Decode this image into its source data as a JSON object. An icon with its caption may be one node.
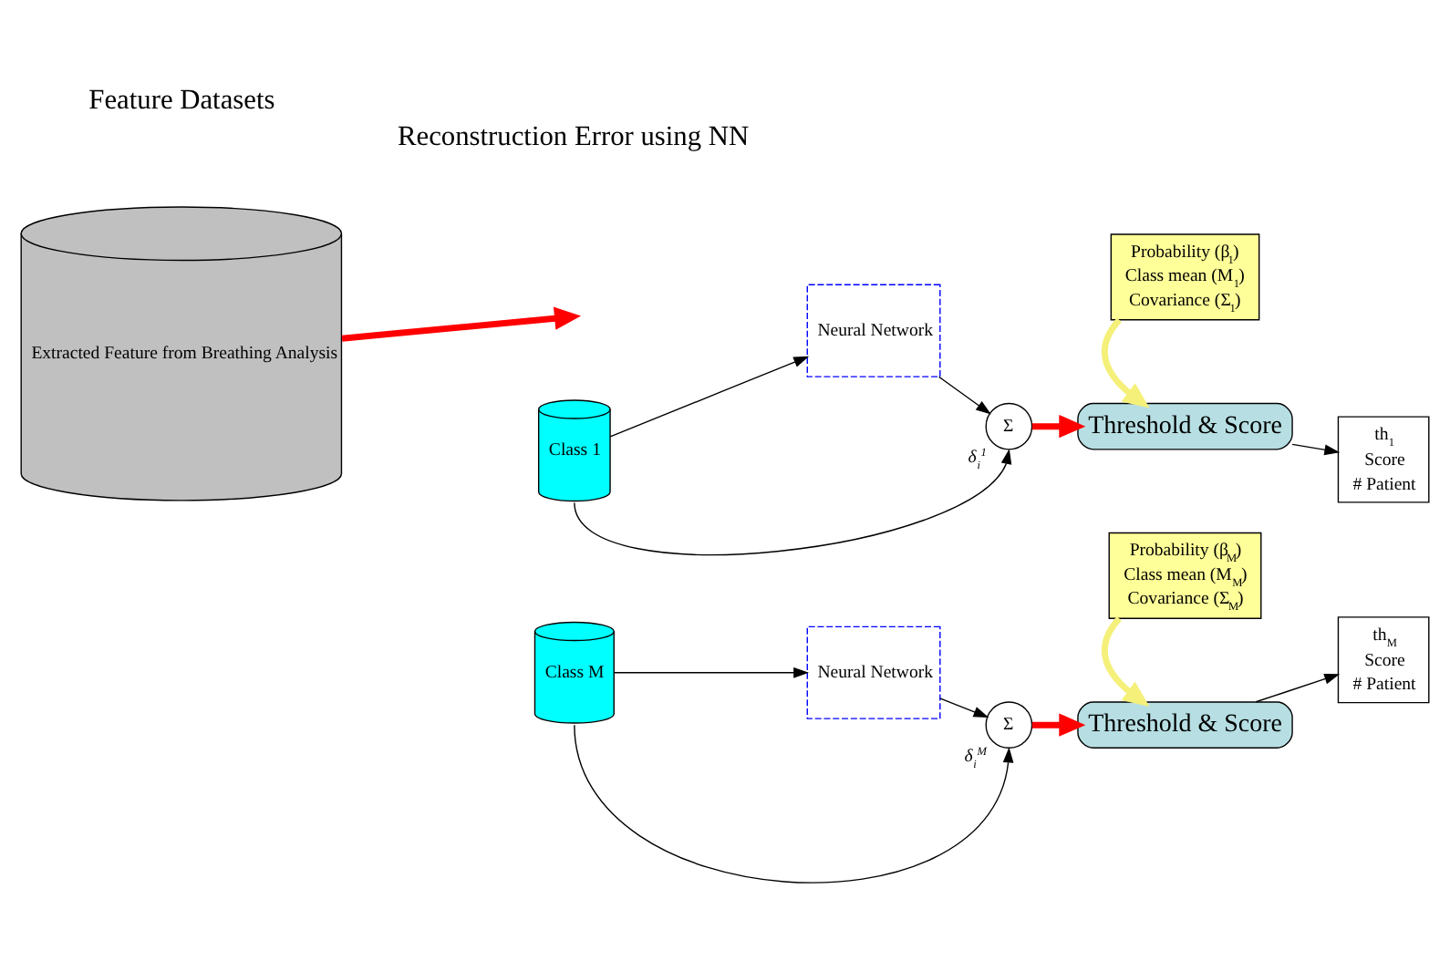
{
  "diagram": {
    "nodes": [
      {
        "text": [
          "Extracted Feature from Breathing Analysis"
        ]
      },
      {
        "text": [
          "Class 1"
        ]
      },
      {
        "text": [
          "Neural Network"
        ]
      },
      {
        "text": [
          "Σ"
        ],
        "beside": [
          "δ$_{i}$$^{1}$"
        ]
      },
      {
        "text": [
          "Probability (β$_{1}$)",
          "Class mean (M$_{1}$)",
          "Covariance (Σ$_{1}$)"
        ]
      },
      {
        "text": [
          "Threshold & Score"
        ]
      },
      {
        "text": [
          "th$_{1}$",
          "Score",
          "# Patient"
        ]
      },
      {
        "text": [
          "Class M"
        ]
      },
      {
        "text": [
          "Neural Network"
        ]
      },
      {
        "text": [
          "Σ"
        ],
        "beside": [
          "δ$_{i}$$^{M}$"
        ]
      },
      {
        "text": [
          "Probability (β$_{M}$)",
          "Class mean (M$_{M}$)",
          "Covariance (Σ$_{M}$)"
        ]
      },
      {
        "text": [
          "Threshold & Score"
        ]
      },
      {
        "text": [
          "th$_{M}$",
          "Score",
          "# Patient"
        ]
      }
    ],
    "edges": [
      {
        "from": 0,
        "to": null,
        "arrow": "to",
        "style": "thick",
        "color": "#ff0000"
      },
      {
        "from": 1,
        "to": 2,
        "arrow": "to"
      },
      {
        "from": 2,
        "to": 3,
        "arrow": "to"
      },
      {
        "from": 1,
        "to": 3,
        "arrow": "to"
      },
      {
        "from": 3,
        "to": 5,
        "arrow": "to",
        "style": "thick",
        "color": "#ff0000"
      },
      {
        "from": 4,
        "to": 5,
        "arrow": "to",
        "style": "thick",
        "color": "#f5f07a"
      },
      {
        "from": 5,
        "to": 6,
        "arrow": "to"
      },
      {
        "from": 7,
        "to": 8,
        "arrow": "to"
      },
      {
        "from": 8,
        "to": 9,
        "arrow": "to"
      },
      {
        "from": 7,
        "to": 9,
        "arrow": "to"
      },
      {
        "from": 9,
        "to": 11,
        "arrow": "to",
        "style": "thick",
        "color": "#ff0000"
      },
      {
        "from": 10,
        "to": 11,
        "arrow": "to",
        "style": "thick",
        "color": "#f5f07a"
      },
      {
        "from": 11,
        "to": 12,
        "arrow": "to"
      }
    ],
    "labels": [
      "Feature Datasets",
      "Reconstruction Error using NN"
    ]
  }
}
